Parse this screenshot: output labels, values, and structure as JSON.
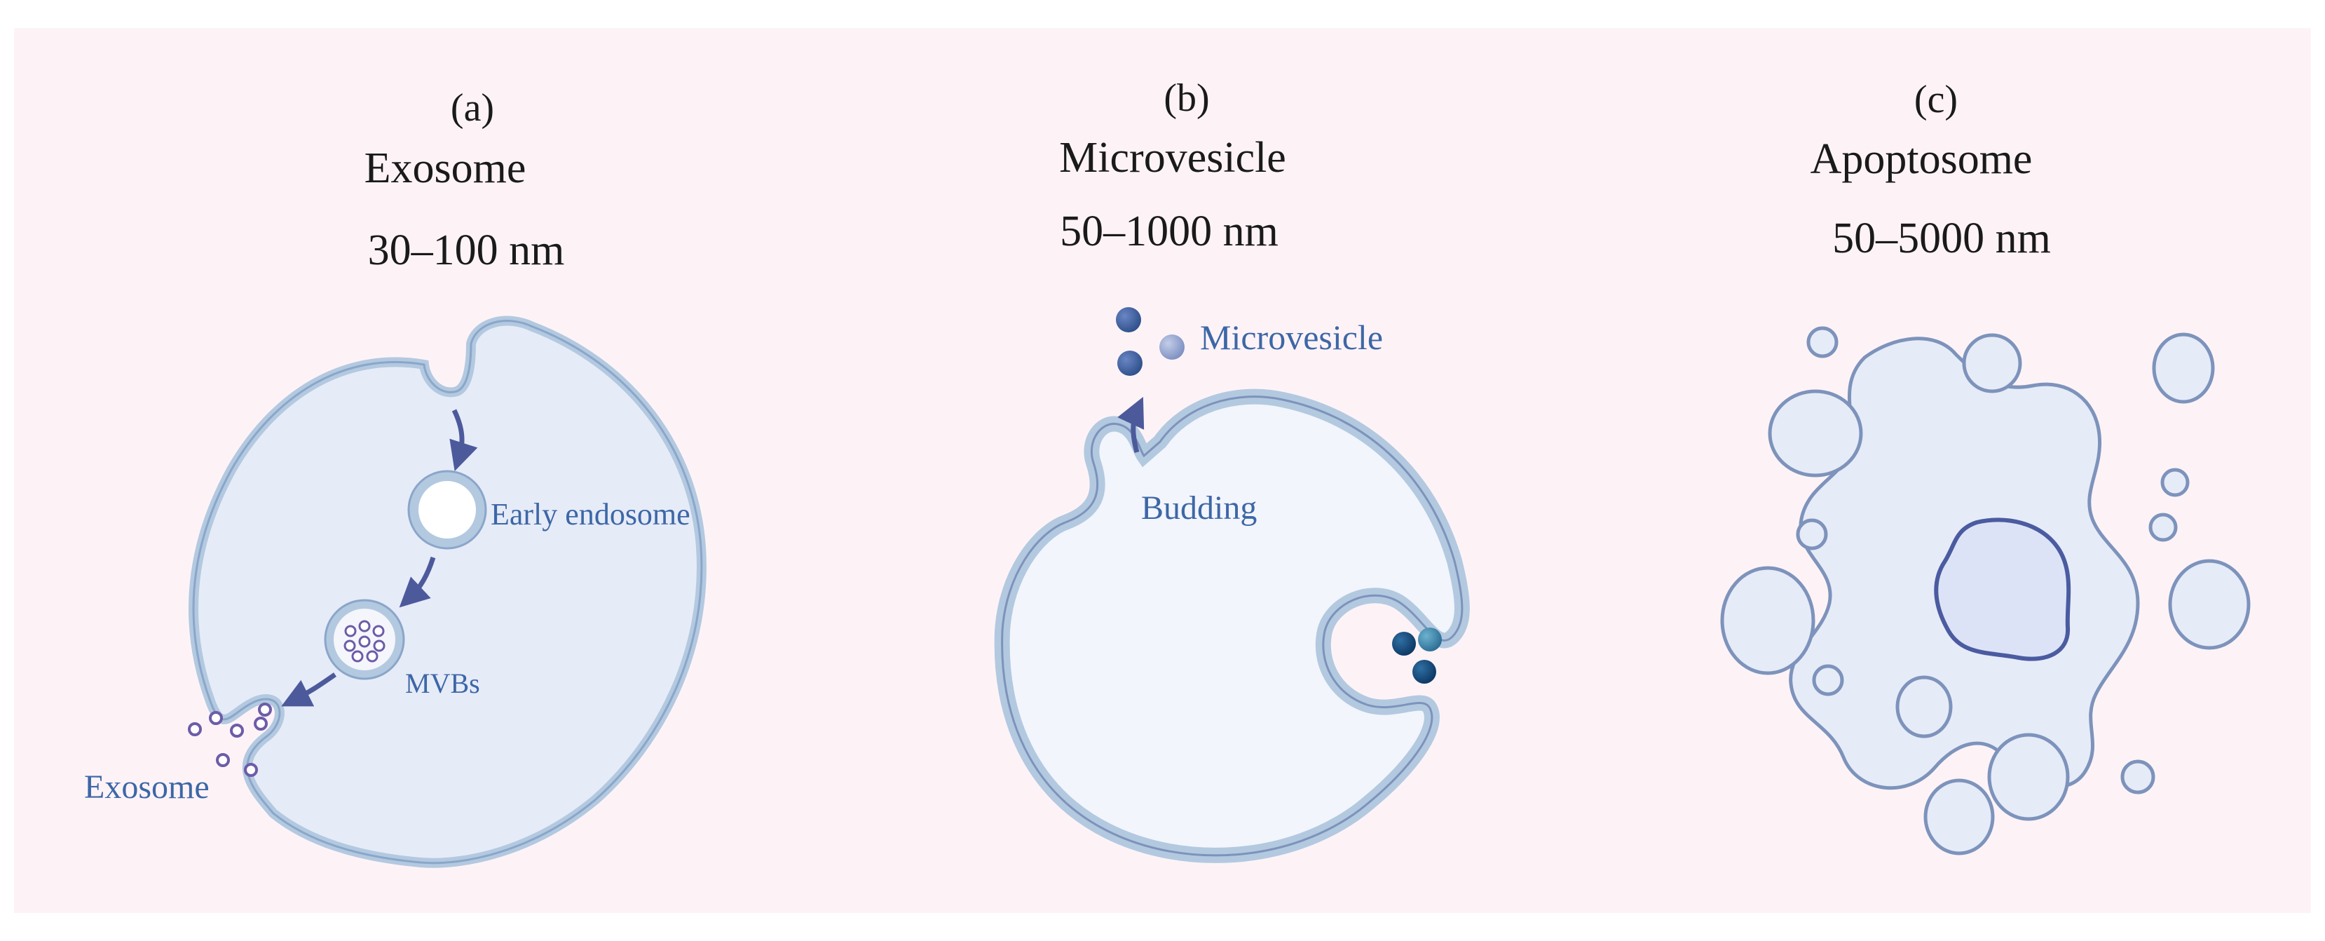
{
  "panels": {
    "a": {
      "letter": "(a)",
      "name": "Exosome",
      "size": "30–100 nm",
      "labels": {
        "early_endosome": "Early endosome",
        "mvbs": "MVBs",
        "exosome": "Exosome"
      }
    },
    "b": {
      "letter": "(b)",
      "name": "Microvesicle",
      "size": "50–1000 nm",
      "labels": {
        "microvesicle": "Microvesicle",
        "budding": "Budding"
      }
    },
    "c": {
      "letter": "(c)",
      "name": "Apoptosome",
      "size": "50–5000 nm"
    }
  },
  "colors": {
    "background": "#fdf3f7",
    "cell_fill": "#e6ebf8",
    "membrane": "#b3c9e0",
    "outline": "#7d93bb",
    "arrow": "#4c5a9c",
    "label": "#3d67a6",
    "vesicle_dark": "#143f6e",
    "nucleus": "#4a5ba0"
  }
}
